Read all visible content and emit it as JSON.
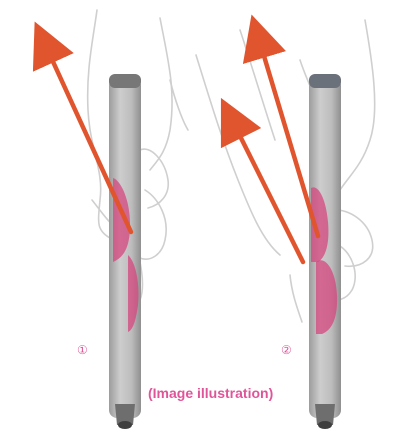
{
  "labels": {
    "step_1": "①",
    "step_2": "②",
    "caption": "(Image illustration)"
  },
  "colors": {
    "arrow": "#e0552e",
    "contact_highlight": "#d4457f",
    "grip_body": "#b9b9b9",
    "grip_cap": "#7a7a7a",
    "hand_sketch": "#cfcfcf",
    "caption_text": "#e0559a"
  },
  "icons": {
    "grip_left": "golf-grip",
    "grip_right": "golf-grip",
    "hand_left": "hand-sketch",
    "hand_right": "hand-sketch"
  }
}
